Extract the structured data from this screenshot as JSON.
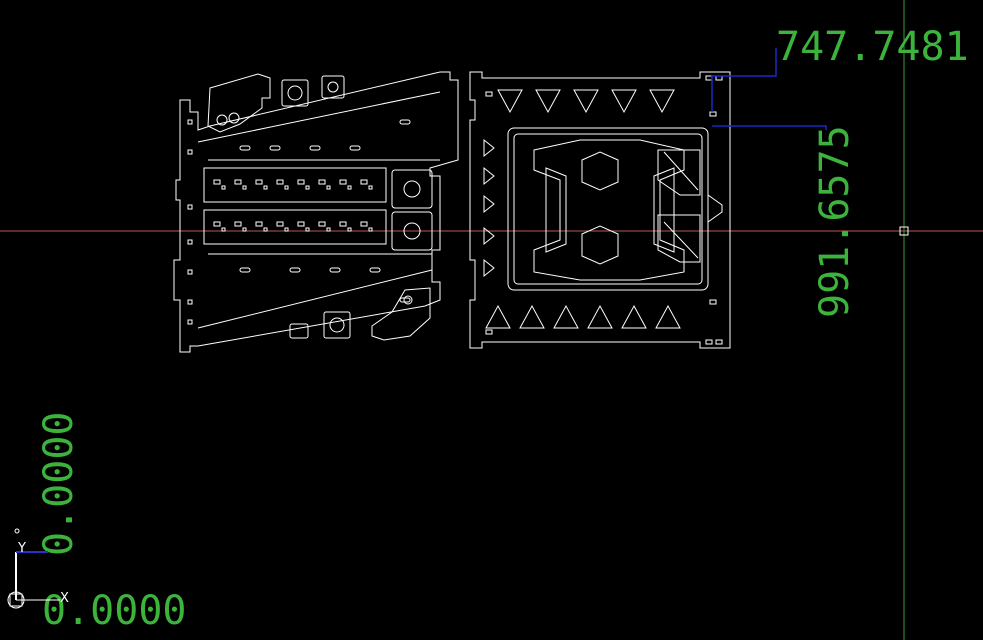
{
  "colors": {
    "background": "#000000",
    "part_outline": "#ffffff",
    "dimension_text": "#3cb43c",
    "dimension_leader": "#1e28c8",
    "crosshair_horizontal": "#b45a50",
    "crosshair_vertical": "#3c9b3c",
    "ucs_icon": "#ffffff",
    "ucs_y_axis": "#2830c8"
  },
  "dimensions": {
    "top_right_value": "747.7481",
    "right_vertical_value": "991.6575",
    "origin_y_value": "0.0000",
    "origin_x_value": "0.0000"
  },
  "ucs_icon": {
    "x_label": "X",
    "y_label": "Y",
    "icon_name": "ucs-axis-icon"
  },
  "crosshair": {
    "icon_name": "crosshair-cursor-icon"
  }
}
